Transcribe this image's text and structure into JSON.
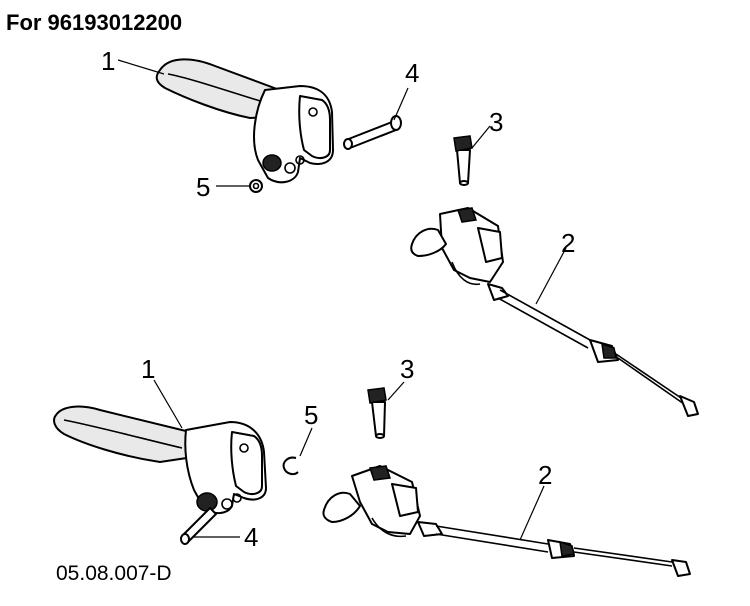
{
  "title": "For 96193012200",
  "drawing_code": "05.08.007-D",
  "callouts": {
    "top_lever": "1",
    "top_pin": "4",
    "top_clip": "5",
    "top_bolt": "3",
    "top_cable": "2",
    "bottom_lever": "1",
    "bottom_pin": "4",
    "bottom_clip": "5",
    "bottom_bolt": "3",
    "bottom_cable": "2"
  }
}
